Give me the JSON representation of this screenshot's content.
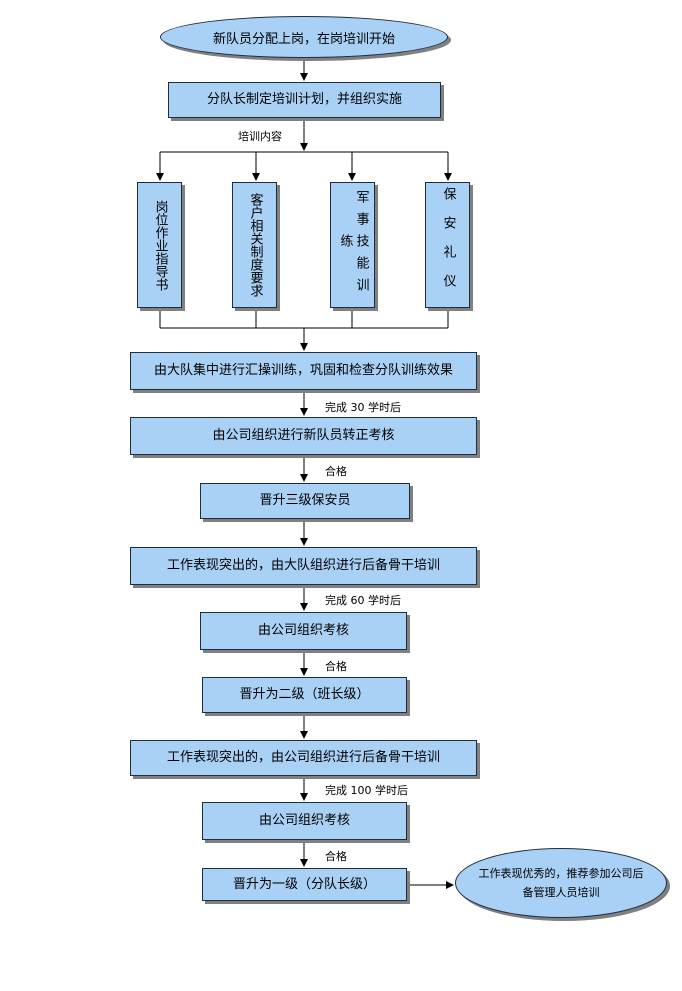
{
  "start": "新队员分配上岗，在岗培训开始",
  "plan": "分队长制定培训计划，并组织实施",
  "content_label": "培训内容",
  "columns": [
    "岗位作业指导书",
    "客户相关制度要求",
    "军事技能训练",
    "保安礼仪"
  ],
  "step1": "由大队集中进行汇操训练，巩固和检查分队训练效果",
  "label_30": "完成 30 学时后",
  "step2": "由公司组织进行新队员转正考核",
  "pass1": "合格",
  "step3": "晋升三级保安员",
  "step4": "工作表现突出的，由大队组织进行后备骨干培训",
  "label_60": "完成 60 学时后",
  "step5": "由公司组织考核",
  "pass2": "合格",
  "step6": "晋升为二级（班长级）",
  "step7": "工作表现突出的，由公司组织进行后备骨干培训",
  "label_100": "完成 100 学时后",
  "step8": "由公司组织考核",
  "pass3": "合格",
  "step9": "晋升为一级（分队长级）",
  "final": "工作表现优秀的，推荐参加公司后备管理人员培训"
}
